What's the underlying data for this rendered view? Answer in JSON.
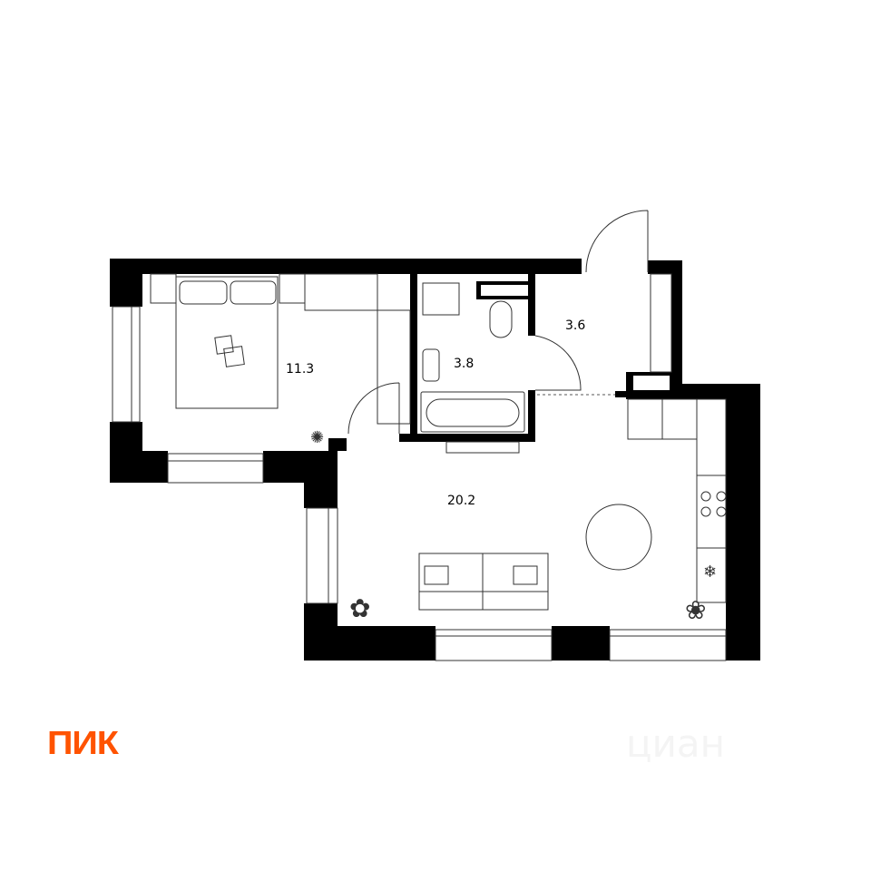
{
  "plan": {
    "rooms": [
      {
        "name": "bedroom",
        "area": "11.3"
      },
      {
        "name": "bathroom",
        "area": "3.8"
      },
      {
        "name": "hallway",
        "area": "3.6"
      },
      {
        "name": "living-kitchen",
        "area": "20.2"
      }
    ],
    "wall_color": "#000000"
  },
  "brand": {
    "logo": "ПИК",
    "logo_color": "#ff5300"
  },
  "watermark": {
    "text": "циан"
  }
}
